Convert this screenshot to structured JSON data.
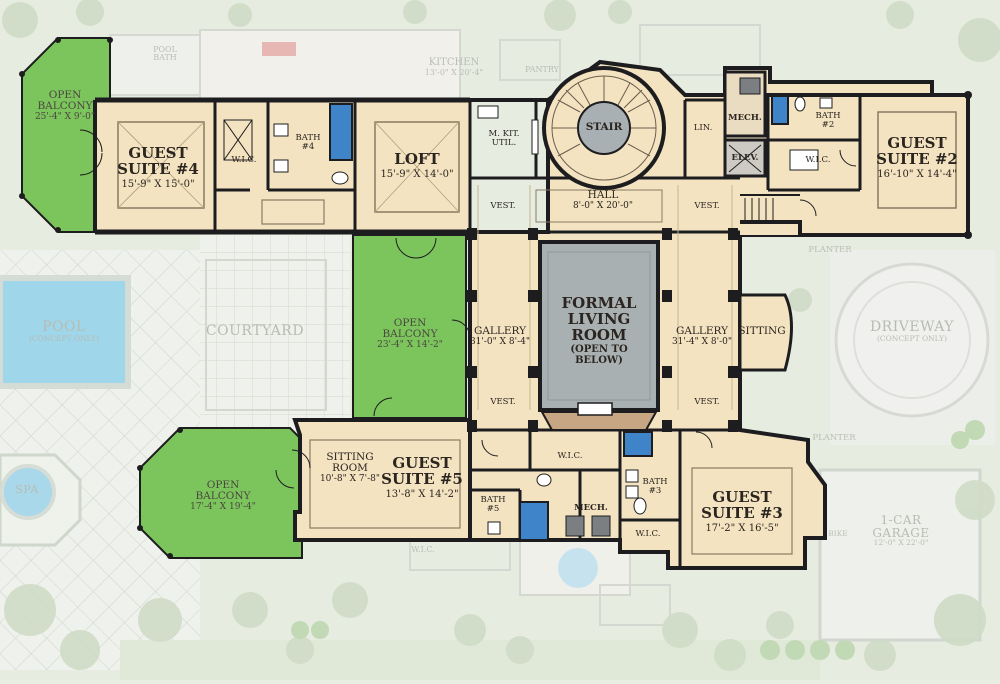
{
  "rooms": {
    "guest_suite_4": {
      "name": "GUEST\nSUITE #4",
      "dims": "15'-9\" X 15'-0\""
    },
    "loft": {
      "name": "LOFT",
      "dims": "15'-9\" X 14'-0\""
    },
    "guest_suite_2": {
      "name": "GUEST\nSUITE #2",
      "dims": "16'-10\" X 14'-4\""
    },
    "guest_suite_5": {
      "name": "GUEST\nSUITE #5",
      "dims": "13'-8\" X 14'-2\""
    },
    "guest_suite_3": {
      "name": "GUEST\nSUITE #3",
      "dims": "17'-2\" X 16'-5\""
    },
    "sitting_room": {
      "name": "SITTING\nROOM",
      "dims": "10'-8\" X 7'-8\""
    },
    "formal_living": {
      "name": "FORMAL\nLIVING\nROOM",
      "dims": "(OPEN TO\nBELOW)"
    },
    "hall": {
      "name": "HALL",
      "dims": "8'-0\" X 20'-0\""
    },
    "gallery_left": {
      "name": "GALLERY",
      "dims": "31'-0\" X 8'-4\""
    },
    "gallery_right": {
      "name": "GALLERY",
      "dims": "31'-4\" X 8'-0\""
    },
    "sitting": {
      "name": "SITTING"
    },
    "stair": {
      "name": "STAIR"
    },
    "bath_4": {
      "name": "BATH\n#4"
    },
    "bath_2": {
      "name": "BATH\n#2"
    },
    "bath_3": {
      "name": "BATH\n#3"
    },
    "bath_5": {
      "name": "BATH\n#5"
    },
    "wic_4": {
      "name": "W.I.C."
    },
    "wic_2": {
      "name": "W.I.C."
    },
    "wic_5": {
      "name": "W.I.C."
    },
    "wic_3": {
      "name": "W.I.C."
    },
    "mkit": {
      "name": "M. KIT.\nUTIL."
    },
    "lin": {
      "name": "LIN."
    },
    "mech_top": {
      "name": "MECH."
    },
    "mech_bottom": {
      "name": "MECH."
    },
    "elev": {
      "name": "ELEV."
    },
    "vest_tl": {
      "name": "VEST."
    },
    "vest_tr": {
      "name": "VEST."
    },
    "vest_bl": {
      "name": "VEST."
    },
    "vest_br": {
      "name": "VEST."
    }
  },
  "balconies": {
    "b1": {
      "name": "OPEN\nBALCONY",
      "dims": "25'-4\" X 9'-0\""
    },
    "b2": {
      "name": "OPEN\nBALCONY",
      "dims": "23'-4\" X 14'-2\""
    },
    "b3": {
      "name": "OPEN\nBALCONY",
      "dims": "17'-4\" X 19'-4\""
    }
  },
  "ghost": {
    "pool": {
      "name": "POOL",
      "dims": "(CONCEPT ONLY)"
    },
    "courtyard": {
      "name": "COURTYARD"
    },
    "driveway": {
      "name": "DRIVEWAY",
      "dims": "(CONCEPT ONLY)"
    },
    "spa": {
      "name": "SPA"
    },
    "garage": {
      "name": "1-CAR\nGARAGE",
      "dims": "12'-0\" X 22'-0\""
    },
    "kitchen": {
      "name": "KITCHEN",
      "dims": "13'-0\" X 20'-4\""
    },
    "pantry": {
      "name": "PANTRY"
    },
    "pool_bath": {
      "name": "POOL\nBATH"
    },
    "planter_top": {
      "name": "PLANTER"
    },
    "planter_bottom": {
      "name": "PLANTER"
    },
    "wic_below": {
      "name": "W.I.C."
    },
    "bike": {
      "name": "BIKE"
    }
  },
  "colors": {
    "floor": "#f3e3c1",
    "balcony": "#7cc45c",
    "living": "#a9b0b1",
    "wall": "#1d1d1f",
    "tile": "#3f84c9"
  }
}
